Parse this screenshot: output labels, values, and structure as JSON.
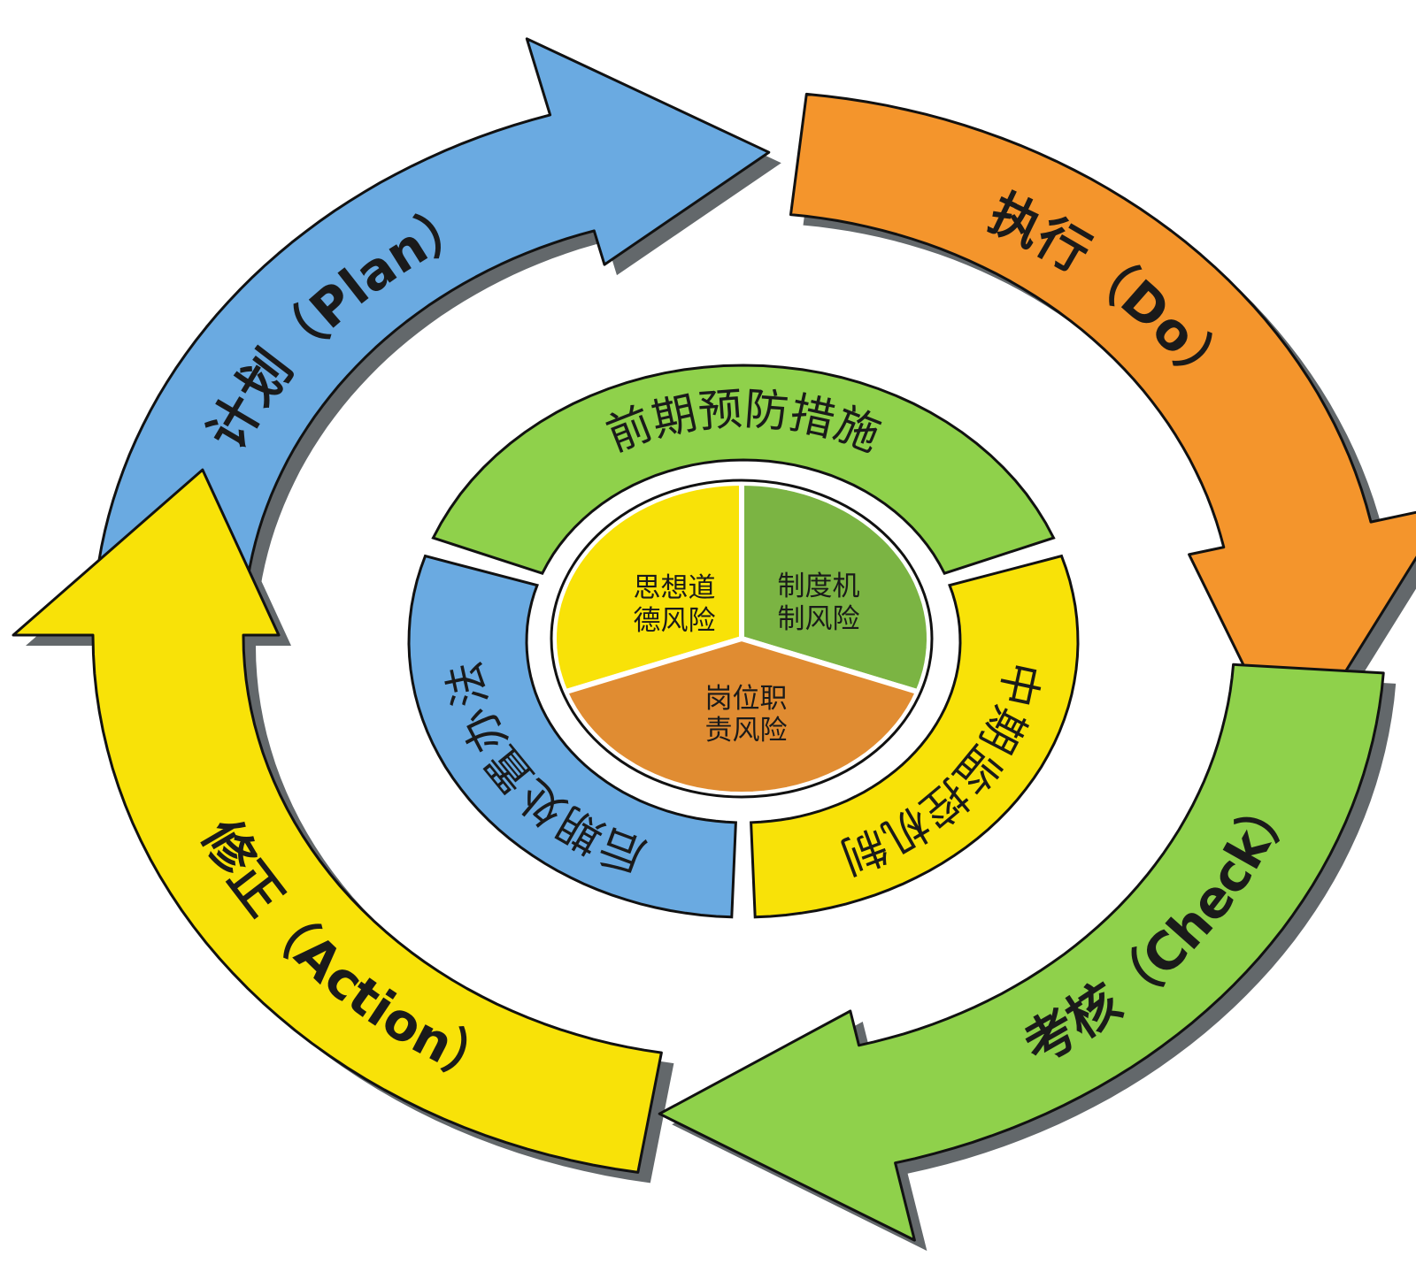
{
  "arrows": [
    {
      "id": "plan",
      "label": "计划（Plan）",
      "color": "#6aaae1"
    },
    {
      "id": "do",
      "label": "执行（Do）",
      "color": "#f4952c"
    },
    {
      "id": "check",
      "label": "考核（Check）",
      "color": "#8fd14b"
    },
    {
      "id": "action",
      "label": "修正（Action）",
      "color": "#f8e208"
    }
  ],
  "ring": [
    {
      "id": "early",
      "label": "前期预防措施",
      "color": "#8fd14b"
    },
    {
      "id": "mid",
      "label": "中期监控机制",
      "color": "#f8e208"
    },
    {
      "id": "late",
      "label": "后期处置办法",
      "color": "#6aaae1"
    }
  ],
  "pie": [
    {
      "id": "moral",
      "line1": "思想道",
      "line2": "德风险",
      "color": "#f8e208"
    },
    {
      "id": "system",
      "line1": "制度机",
      "line2": "制风险",
      "color": "#7bb443"
    },
    {
      "id": "post",
      "line1": "岗位职",
      "line2": "责风险",
      "color": "#e08c32"
    }
  ],
  "shadow_color": "#63686b"
}
